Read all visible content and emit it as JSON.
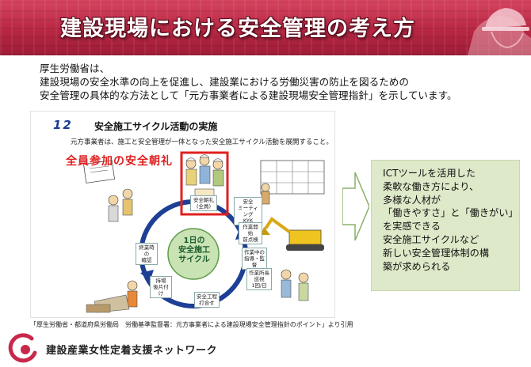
{
  "header": {
    "title": "建設現場における安全管理の考え方",
    "accent_color": "#b72743"
  },
  "intro": {
    "lines": [
      "厚生労働省は、",
      "建設現場の安全水準の向上を促進し、建設業における労働災害の防止を図るための",
      "安全管理の具体的な方法として「元方事業者による建設現場安全管理指針」を示しています。"
    ]
  },
  "figure": {
    "number": "12",
    "title": "安全施工サイクル活動の実施",
    "description": "元方事業者は、施工と安全管理が一体となった安全施工サイクル活動を展開すること。",
    "highlight": "全員参加の安全朝礼",
    "highlight_color": "#e02020",
    "chorei_box_label": "安全朝礼\n(全員)",
    "center_label": "1日の\n安全施工\nサイクル",
    "cycle_steps": [
      "安全\nミーティング\nKYK",
      "作業開始\n前点検",
      "作業中の\n指導・監督",
      "作業所長\n巡視\n1回/日",
      "安全工程\n打合せ",
      "持場\n後片付け",
      "終業時の\n確認"
    ]
  },
  "citation": "「厚生労働省・都道府県労働局　労働基準監督署：元方事業者による建設現場安全管理指針のポイント」より引用",
  "callout": {
    "lines": [
      "ICTツールを活用した",
      "柔軟な働き方により、",
      "多様な人材が",
      "「働きやすさ」と「働きがい」",
      "を実感できる",
      "安全施工サイクルなど",
      "新しい安全管理体制の構",
      "築が求められる"
    ],
    "bg_color": "#dde9c8"
  },
  "footer": {
    "org_name": "建設産業女性定着支援ネットワーク"
  }
}
